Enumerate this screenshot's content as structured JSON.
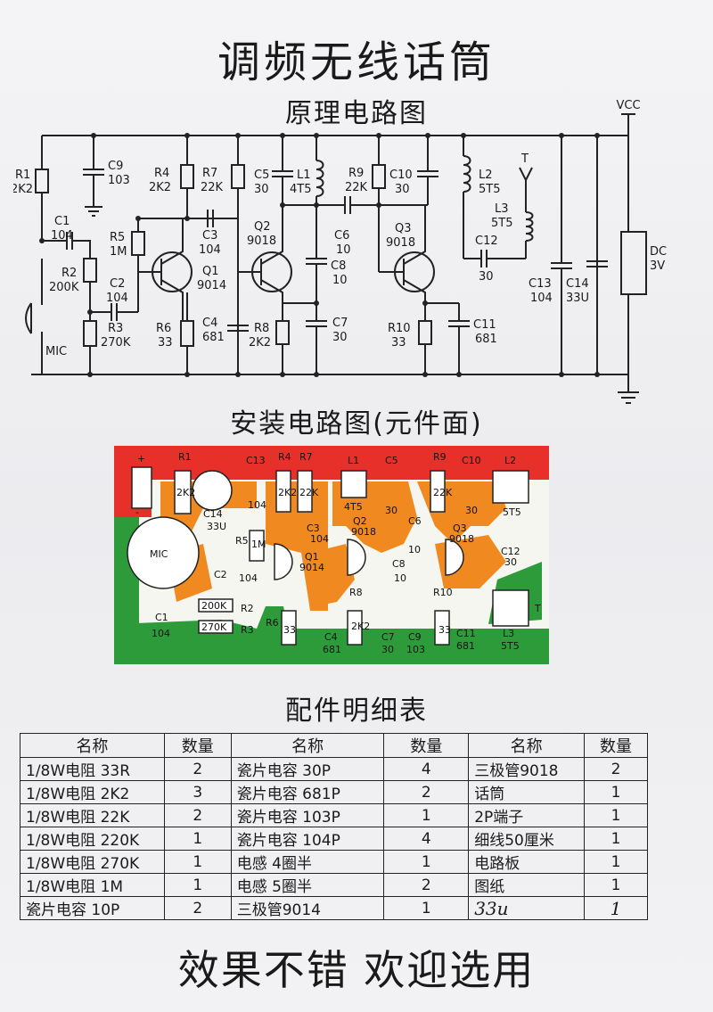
{
  "title": "调频无线话筒",
  "schematic": {
    "heading": "原理电路图",
    "vcc": "VCC",
    "labels": {
      "r1": "R1",
      "r1v": "2K2",
      "c9": "C9",
      "c9v": "103",
      "c1": "C1",
      "c1v": "104",
      "r2": "R2",
      "r2v": "200K",
      "c2": "C2",
      "c2v": "104",
      "r3": "R3",
      "r3v": "270K",
      "mic": "MIC",
      "r4": "R4",
      "r4v": "2K2",
      "r5": "R5",
      "r5v": "1M",
      "c3": "C3",
      "c3v": "104",
      "q1": "Q1",
      "q1v": "9014",
      "r6": "R6",
      "r6v": "33",
      "r7": "R7",
      "r7v": "22K",
      "c4": "C4",
      "c4v": "681",
      "c5": "C5",
      "c5v": "30",
      "l1": "L1",
      "l1v": "4T5",
      "q2": "Q2",
      "q2v": "9018",
      "c6": "C6",
      "c6v": "10",
      "c8": "C8",
      "c8v": "10",
      "r8": "R8",
      "r8v": "2K2",
      "c7": "C7",
      "c7v": "30",
      "r9": "R9",
      "r9v": "22K",
      "c10": "C10",
      "c10v": "30",
      "q3": "Q3",
      "q3v": "9018",
      "r10": "R10",
      "r10v": "33",
      "c11": "C11",
      "c11v": "681",
      "l2": "L2",
      "l2v": "5T5",
      "t": "T",
      "l3": "L3",
      "l3v": "5T5",
      "c12": "C12",
      "c12v": "30",
      "c13": "C13",
      "c13v": "104",
      "c14": "C14",
      "c14v": "33U",
      "dc": "DC",
      "dcv": "3V"
    }
  },
  "pcb": {
    "heading": "安装电路图(元件面)",
    "labels": {
      "plus": "+",
      "minus": "-",
      "r1": "R1",
      "r1v": "2K2",
      "c14": "C14",
      "c14v": "33U",
      "c13": "C13",
      "c13v": "104",
      "r4": "R4",
      "r4v": "2K2",
      "r7": "R7",
      "r7v": "22K",
      "l1": "L1",
      "l1v": "4T5",
      "c5": "C5",
      "c5v": "30",
      "r9": "R9",
      "r9v": "22K",
      "c10": "C10",
      "c10v": "30",
      "l2": "L2",
      "l2v": "5T5",
      "mic": "MIC",
      "r5": "R5",
      "r5v": "1M",
      "c3": "C3",
      "c3v": "104",
      "q1": "Q1",
      "q1v": "9014",
      "q2": "Q2",
      "q2v": "9018",
      "c6": "C6",
      "c6v": "10",
      "q3": "Q3",
      "q3v": "9018",
      "c12": "C12",
      "c12v": "30",
      "c2": "C2",
      "c2v": "104",
      "c8": "C8",
      "c8v": "10",
      "r8": "R8",
      "r8v": "2K2",
      "r10": "R10",
      "r10v": "33",
      "c1": "C1",
      "c1v": "104",
      "r2": "R2",
      "r2v": "200K",
      "r3": "R3",
      "r3v": "270K",
      "r6": "R6",
      "r6v": "33",
      "c4": "C4",
      "c4v": "681",
      "c7": "C7",
      "c7v": "30",
      "c9": "C9",
      "c9v": "103",
      "c11": "C11",
      "c11v": "681",
      "l3": "L3",
      "l3v": "5T5",
      "t": "T"
    }
  },
  "parts": {
    "heading": "配件明细表",
    "headers": {
      "name": "名称",
      "qty": "数量"
    },
    "rows": [
      [
        {
          "name": "1/8W电阻 33R",
          "qty": "2"
        },
        {
          "name": "瓷片电容 30P",
          "qty": "4"
        },
        {
          "name": "三极管9018",
          "qty": "2"
        }
      ],
      [
        {
          "name": "1/8W电阻 2K2",
          "qty": "3"
        },
        {
          "name": "瓷片电容 681P",
          "qty": "2"
        },
        {
          "name": "话筒",
          "qty": "1"
        }
      ],
      [
        {
          "name": "1/8W电阻 22K",
          "qty": "2"
        },
        {
          "name": "瓷片电容 103P",
          "qty": "1"
        },
        {
          "name": "2P端子",
          "qty": "1"
        }
      ],
      [
        {
          "name": "1/8W电阻 220K",
          "qty": "1"
        },
        {
          "name": "瓷片电容 104P",
          "qty": "4"
        },
        {
          "name": "细线50厘米",
          "qty": "1"
        }
      ],
      [
        {
          "name": "1/8W电阻 270K",
          "qty": "1"
        },
        {
          "name": "电感 4圈半",
          "qty": "1"
        },
        {
          "name": "电路板",
          "qty": "1"
        }
      ],
      [
        {
          "name": "1/8W电阻 1M",
          "qty": "1"
        },
        {
          "name": "电感 5圈半",
          "qty": "2"
        },
        {
          "name": "图纸",
          "qty": "1"
        }
      ],
      [
        {
          "name": "瓷片电容 10P",
          "qty": "2"
        },
        {
          "name": "三极管9014",
          "qty": "1"
        },
        {
          "name": "33u",
          "qty": "1"
        }
      ]
    ]
  },
  "footer": "效果不错 欢迎选用"
}
